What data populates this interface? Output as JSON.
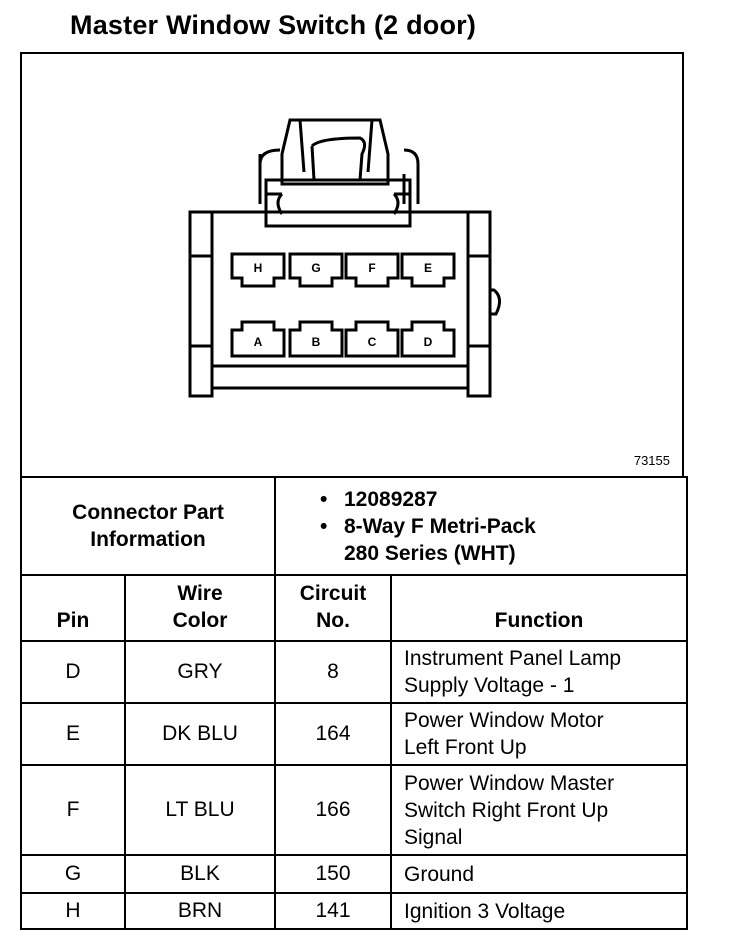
{
  "title": "Master Window Switch (2 door)",
  "figure": {
    "number": "73155",
    "pin_labels_top": [
      "H",
      "G",
      "F",
      "E"
    ],
    "pin_labels_bottom": [
      "A",
      "B",
      "C",
      "D"
    ]
  },
  "connector_info": {
    "label_line1": "Connector Part",
    "label_line2": "Information",
    "part_number": "12089287",
    "description_line1": "8-Way F Metri-Pack",
    "description_line2": "280 Series (WHT)"
  },
  "table": {
    "headers": {
      "pin": "Pin",
      "wire_color_line1": "Wire",
      "wire_color_line2": "Color",
      "circuit_line1": "Circuit",
      "circuit_line2": "No.",
      "function": "Function"
    },
    "rows": [
      {
        "pin": "D",
        "wire_color": "GRY",
        "circuit": "8",
        "function_lines": [
          "Instrument Panel Lamp",
          "Supply Voltage - 1"
        ]
      },
      {
        "pin": "E",
        "wire_color": "DK BLU",
        "circuit": "164",
        "function_lines": [
          "Power Window Motor",
          "Left Front Up"
        ]
      },
      {
        "pin": "F",
        "wire_color": "LT BLU",
        "circuit": "166",
        "function_lines": [
          "Power Window Master",
          "Switch Right Front Up",
          "Signal"
        ]
      },
      {
        "pin": "G",
        "wire_color": "BLK",
        "circuit": "150",
        "function_lines": [
          "Ground"
        ]
      },
      {
        "pin": "H",
        "wire_color": "BRN",
        "circuit": "141",
        "function_lines": [
          "Ignition 3 Voltage"
        ]
      }
    ]
  }
}
